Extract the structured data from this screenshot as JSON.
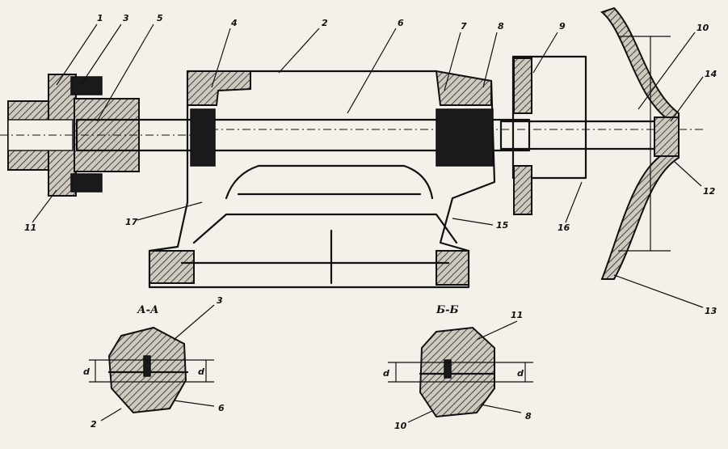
{
  "labels": {
    "n1_left": "1",
    "n3_top": "3",
    "n5_top": "5",
    "n4_top": "4",
    "n2_top": "2",
    "n6_top": "6",
    "n7_top": "7",
    "n8_top": "8",
    "n9_top": "9",
    "n10_right": "10",
    "n14_right": "14",
    "n12_right": "12",
    "n13_right": "13",
    "n15_mid": "15",
    "n16_bottom": "16",
    "n17_left": "17",
    "n11_right": "11"
  },
  "sections": {
    "aa": {
      "title": "А-А",
      "label_top": "3",
      "label_bl": "2",
      "label_br": "6",
      "dim": "d"
    },
    "bb": {
      "title": "Б-Б",
      "label_top": "11",
      "label_bl": "10",
      "label_br": "8",
      "dim": "d"
    }
  }
}
